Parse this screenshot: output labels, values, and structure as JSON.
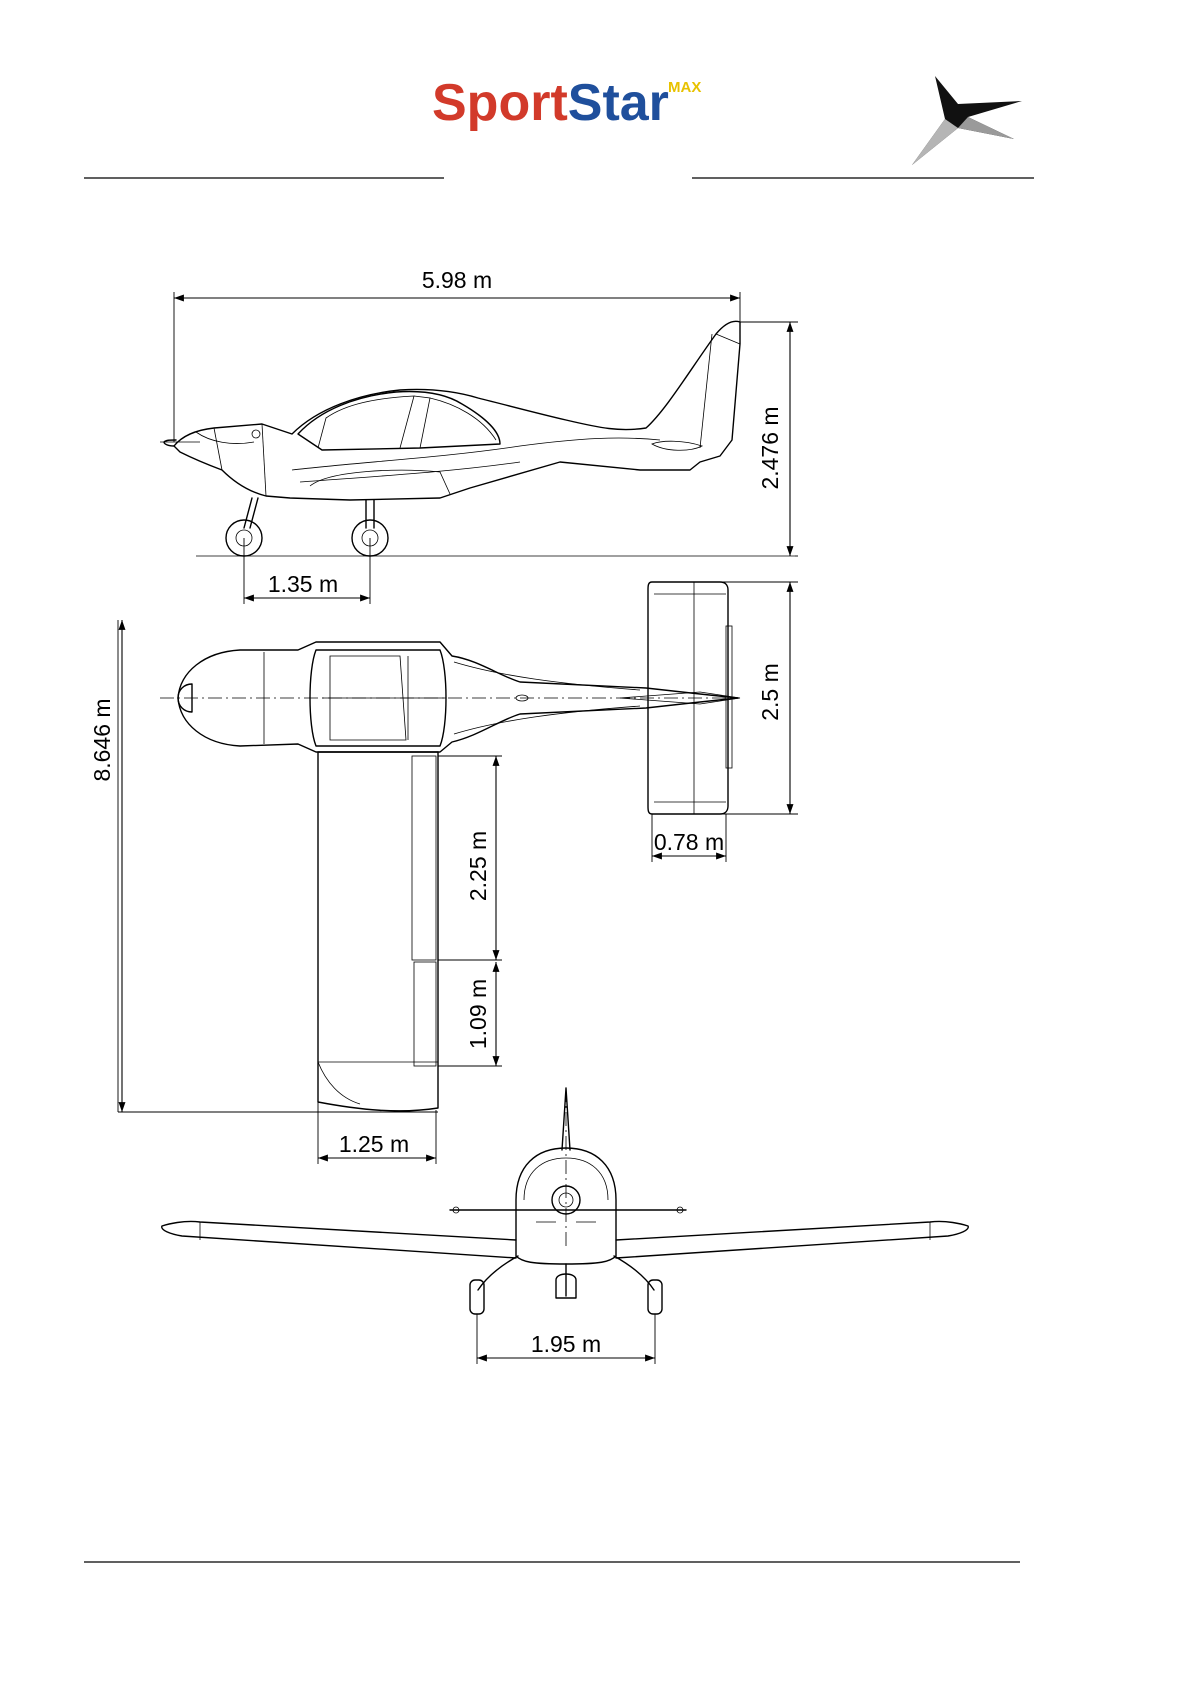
{
  "logo": {
    "part1": "Sport",
    "part2": "Star",
    "suffix": "MAX",
    "colors": {
      "part1": "#d23a2a",
      "part2": "#1f4f9c",
      "suffix": "#e8c200"
    }
  },
  "emblem": "star-emblem-icon",
  "dimensions": {
    "overall_length": "5.98 m",
    "height": "2.476 m",
    "wheelbase": "1.35 m",
    "wingspan": "8.646 m",
    "tailplane_span": "2.5 m",
    "tailplane_chord": "0.78 m",
    "flap_span": "2.25 m",
    "aileron_span": "1.09 m",
    "wing_chord": "1.25 m",
    "main_gear_track": "1.95 m"
  }
}
